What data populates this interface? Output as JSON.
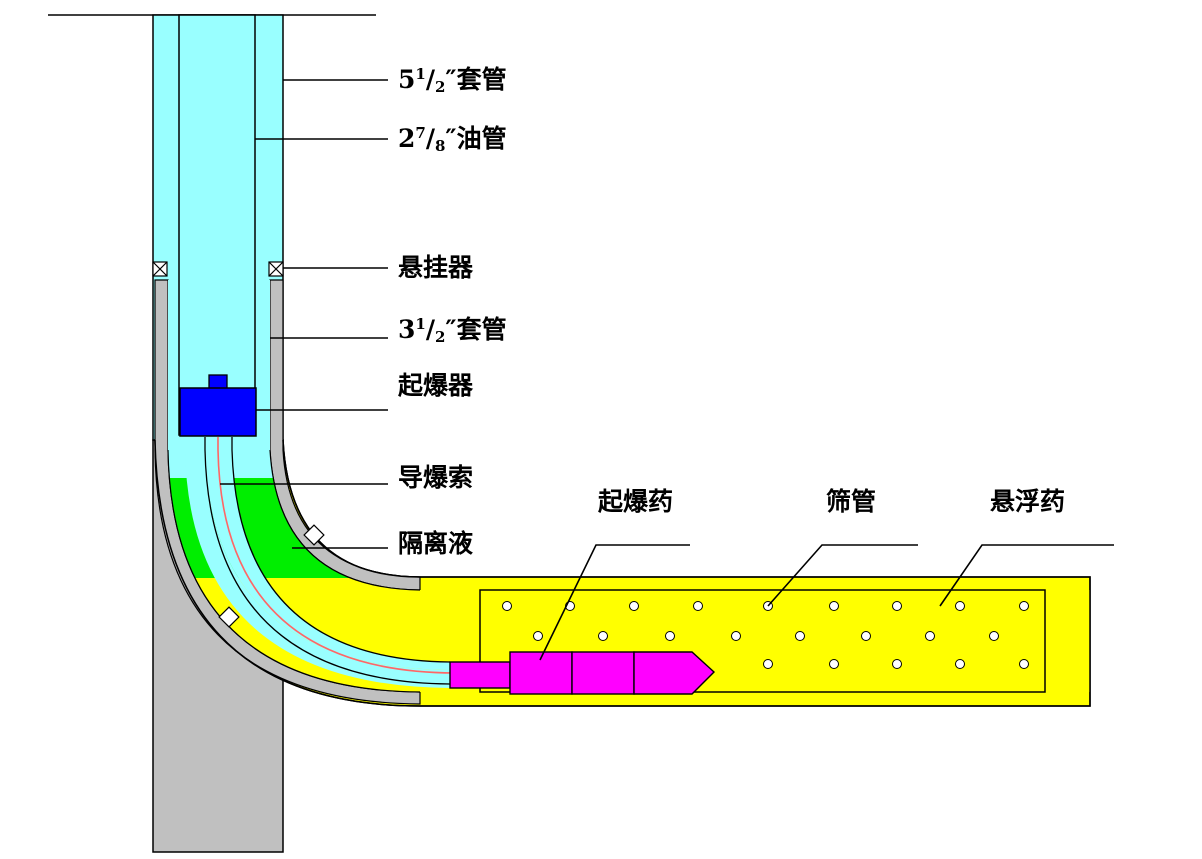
{
  "labels": {
    "casing_5": {
      "base": "5",
      "sup": "1",
      "slash": "/",
      "sub": "2",
      "unit": "″",
      "name": "套管"
    },
    "tubing_2": {
      "base": "2",
      "sup": "7",
      "slash": "/",
      "sub": "8",
      "unit": "″",
      "name": "油管"
    },
    "hanger": "悬挂器",
    "casing_3": {
      "base": "3",
      "sup": "1",
      "slash": "/",
      "sub": "2",
      "unit": "″",
      "name": "套管"
    },
    "detonator": "起爆器",
    "detonating_cord": "导爆索",
    "isolation_fluid": "隔离液",
    "booster_charge": "起爆药",
    "screen_pipe": "筛管",
    "suspended_charge": "悬浮药"
  },
  "colors": {
    "rock": "#c0c0c0",
    "casing_fluid": "#99ffff",
    "tubing_fluid": "#99ffff",
    "detonator": "#0000ff",
    "isolation_fluid": "#00ee00",
    "suspended_charge": "#ffff00",
    "booster_charge": "#ff00ff",
    "cord": "#ff6666",
    "outline": "#000000"
  }
}
